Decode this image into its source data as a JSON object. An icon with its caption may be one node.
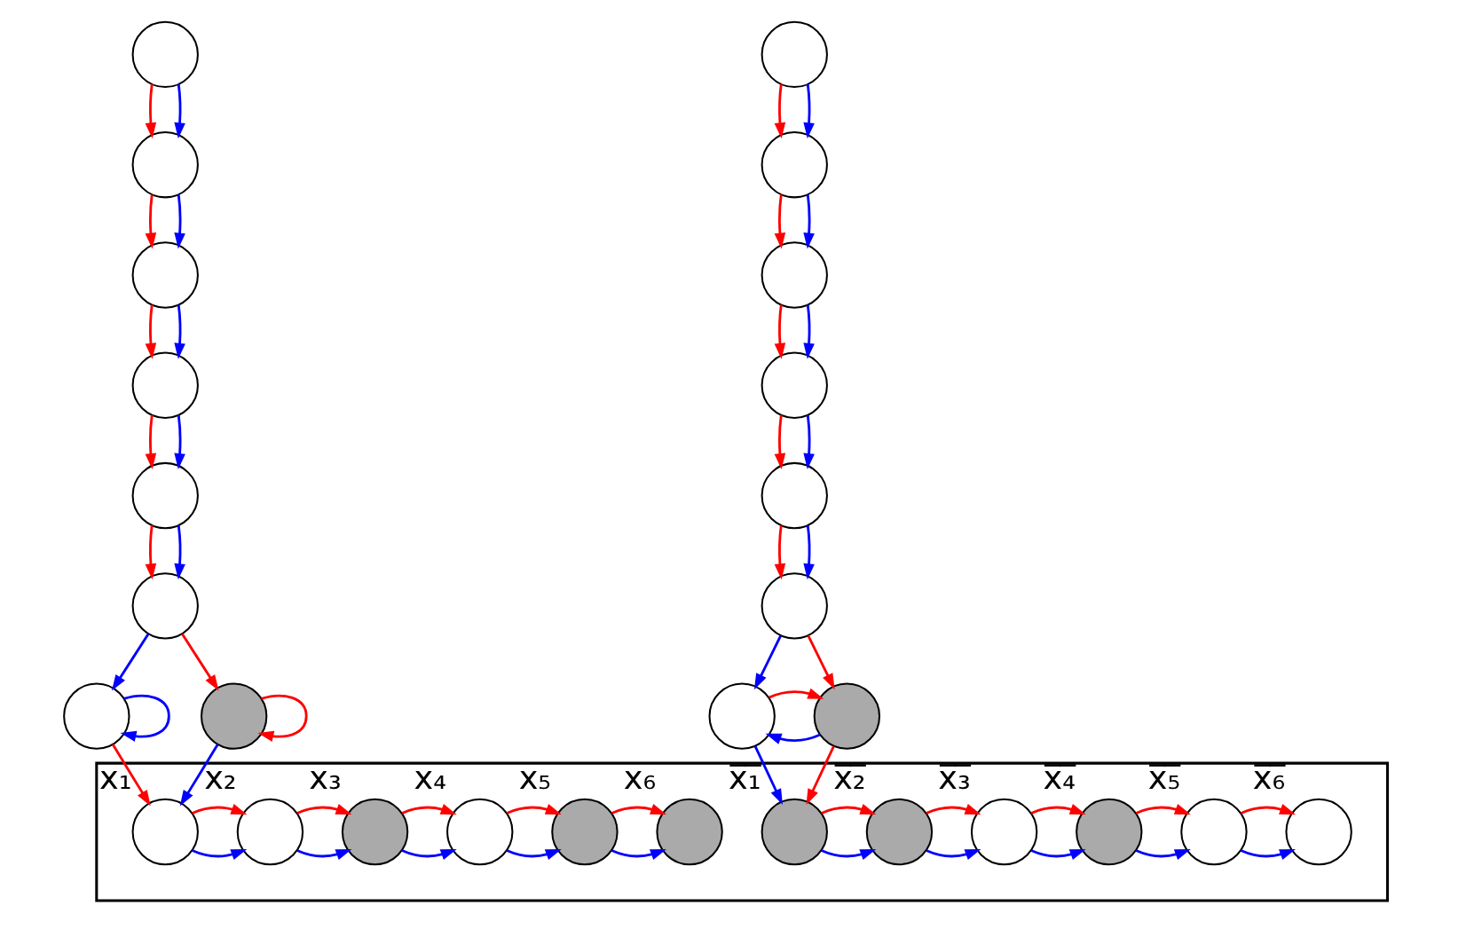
{
  "diagram": {
    "nodes": [
      {
        "text": [],
        "shape": "box"
      },
      {
        "text": [],
        "shape": "circle"
      },
      {
        "text": [],
        "shape": "circle"
      },
      {
        "text": [],
        "shape": "circle"
      },
      {
        "text": [],
        "shape": "circle"
      },
      {
        "text": [],
        "shape": "circle"
      },
      {
        "text": [],
        "shape": "circle"
      },
      {
        "text": [],
        "shape": "circle"
      },
      {
        "text": [],
        "shape": "circle"
      },
      {
        "text": [],
        "shape": "circle"
      },
      {
        "text": [],
        "shape": "circle"
      },
      {
        "text": [],
        "shape": "circle"
      },
      {
        "text": [],
        "shape": "circle"
      },
      {
        "text": [],
        "shape": "circle"
      },
      {
        "text": [],
        "shape": "circle"
      },
      {
        "text": [],
        "shape": "circle"
      },
      {
        "text": [],
        "shape": "circle"
      },
      {
        "text": [],
        "shape": "circle",
        "in": 0,
        "beside": [
          "x₁"
        ]
      },
      {
        "text": [],
        "shape": "circle",
        "in": 0,
        "beside": [
          "x₂"
        ]
      },
      {
        "text": [],
        "shape": "circle",
        "in": 0,
        "beside": [
          "x₃"
        ]
      },
      {
        "text": [],
        "shape": "circle",
        "in": 0,
        "beside": [
          "x₄"
        ]
      },
      {
        "text": [],
        "shape": "circle",
        "in": 0,
        "beside": [
          "x₅"
        ]
      },
      {
        "text": [],
        "shape": "circle",
        "in": 0,
        "beside": [
          "x₆"
        ]
      },
      {
        "text": [],
        "shape": "circle",
        "in": 0,
        "beside": [
          "x̅₁̅"
        ]
      },
      {
        "text": [],
        "shape": "circle",
        "in": 0,
        "beside": [
          "x̅₂̅"
        ]
      },
      {
        "text": [],
        "shape": "circle",
        "in": 0,
        "beside": [
          "x̅₃̅"
        ]
      },
      {
        "text": [],
        "shape": "circle",
        "in": 0,
        "beside": [
          "x̅₄̅"
        ]
      },
      {
        "text": [],
        "shape": "circle",
        "in": 0,
        "beside": [
          "x̅₅̅"
        ]
      },
      {
        "text": [],
        "shape": "circle",
        "in": 0,
        "beside": [
          "x̅₆̅"
        ]
      }
    ],
    "edges": [
      {
        "from": 1,
        "to": 2,
        "arrow": "to",
        "color": "#ff0000"
      },
      {
        "from": 1,
        "to": 2,
        "arrow": "to",
        "color": "#0000ff"
      },
      {
        "from": 2,
        "to": 3,
        "arrow": "to",
        "color": "#ff0000"
      },
      {
        "from": 2,
        "to": 3,
        "arrow": "to",
        "color": "#0000ff"
      },
      {
        "from": 3,
        "to": 4,
        "arrow": "to",
        "color": "#ff0000"
      },
      {
        "from": 3,
        "to": 4,
        "arrow": "to",
        "color": "#0000ff"
      },
      {
        "from": 4,
        "to": 5,
        "arrow": "to",
        "color": "#ff0000"
      },
      {
        "from": 4,
        "to": 5,
        "arrow": "to",
        "color": "#0000ff"
      },
      {
        "from": 5,
        "to": 6,
        "arrow": "to",
        "color": "#ff0000"
      },
      {
        "from": 5,
        "to": 6,
        "arrow": "to",
        "color": "#0000ff"
      },
      {
        "from": 6,
        "to": 7,
        "arrow": "to",
        "color": "#0000ff"
      },
      {
        "from": 6,
        "to": 8,
        "arrow": "to",
        "color": "#ff0000"
      },
      {
        "from": 7,
        "to": 7,
        "arrow": "to",
        "color": "#0000ff"
      },
      {
        "from": 8,
        "to": 8,
        "arrow": "to",
        "color": "#ff0000"
      },
      {
        "from": 7,
        "to": 17,
        "arrow": "to",
        "color": "#ff0000"
      },
      {
        "from": 8,
        "to": 17,
        "arrow": "to",
        "color": "#0000ff"
      },
      {
        "from": 17,
        "to": 18,
        "arrow": "to",
        "color": "#0000ff"
      },
      {
        "from": 17,
        "to": 18,
        "arrow": "to",
        "color": "#ff0000"
      },
      {
        "from": 18,
        "to": 19,
        "arrow": "to",
        "color": "#0000ff"
      },
      {
        "from": 18,
        "to": 19,
        "arrow": "to",
        "color": "#ff0000"
      },
      {
        "from": 19,
        "to": 20,
        "arrow": "to",
        "color": "#0000ff"
      },
      {
        "from": 19,
        "to": 20,
        "arrow": "to",
        "color": "#ff0000"
      },
      {
        "from": 20,
        "to": 21,
        "arrow": "to",
        "color": "#0000ff"
      },
      {
        "from": 20,
        "to": 21,
        "arrow": "to",
        "color": "#ff0000"
      },
      {
        "from": 21,
        "to": 22,
        "arrow": "to",
        "color": "#0000ff"
      },
      {
        "from": 21,
        "to": 22,
        "arrow": "to",
        "color": "#ff0000"
      },
      {
        "from": 9,
        "to": 10,
        "arrow": "to",
        "color": "#ff0000"
      },
      {
        "from": 9,
        "to": 10,
        "arrow": "to",
        "color": "#0000ff"
      },
      {
        "from": 10,
        "to": 11,
        "arrow": "to",
        "color": "#ff0000"
      },
      {
        "from": 10,
        "to": 11,
        "arrow": "to",
        "color": "#0000ff"
      },
      {
        "from": 11,
        "to": 12,
        "arrow": "to",
        "color": "#ff0000"
      },
      {
        "from": 11,
        "to": 12,
        "arrow": "to",
        "color": "#0000ff"
      },
      {
        "from": 12,
        "to": 13,
        "arrow": "to",
        "color": "#ff0000"
      },
      {
        "from": 12,
        "to": 13,
        "arrow": "to",
        "color": "#0000ff"
      },
      {
        "from": 13,
        "to": 14,
        "arrow": "to",
        "color": "#ff0000"
      },
      {
        "from": 13,
        "to": 14,
        "arrow": "to",
        "color": "#0000ff"
      },
      {
        "from": 14,
        "to": 15,
        "arrow": "to",
        "color": "#0000ff"
      },
      {
        "from": 14,
        "to": 16,
        "arrow": "to",
        "color": "#ff0000"
      },
      {
        "from": 16,
        "to": 15,
        "arrow": "to",
        "color": "#0000ff"
      },
      {
        "from": 15,
        "to": 16,
        "arrow": "to",
        "color": "#ff0000"
      },
      {
        "from": 15,
        "to": 23,
        "arrow": "to",
        "color": "#0000ff"
      },
      {
        "from": 16,
        "to": 23,
        "arrow": "to",
        "color": "#ff0000"
      },
      {
        "from": 23,
        "to": 24,
        "arrow": "to",
        "color": "#0000ff"
      },
      {
        "from": 23,
        "to": 24,
        "arrow": "to",
        "color": "#ff0000"
      },
      {
        "from": 24,
        "to": 25,
        "arrow": "to",
        "color": "#0000ff"
      },
      {
        "from": 24,
        "to": 25,
        "arrow": "to",
        "color": "#ff0000"
      },
      {
        "from": 25,
        "to": 26,
        "arrow": "to",
        "color": "#0000ff"
      },
      {
        "from": 25,
        "to": 26,
        "arrow": "to",
        "color": "#ff0000"
      },
      {
        "from": 26,
        "to": 27,
        "arrow": "to",
        "color": "#0000ff"
      },
      {
        "from": 26,
        "to": 27,
        "arrow": "to",
        "color": "#ff0000"
      },
      {
        "from": 27,
        "to": 28,
        "arrow": "to",
        "color": "#0000ff"
      },
      {
        "from": 27,
        "to": 28,
        "arrow": "to",
        "color": "#ff0000"
      }
    ]
  }
}
